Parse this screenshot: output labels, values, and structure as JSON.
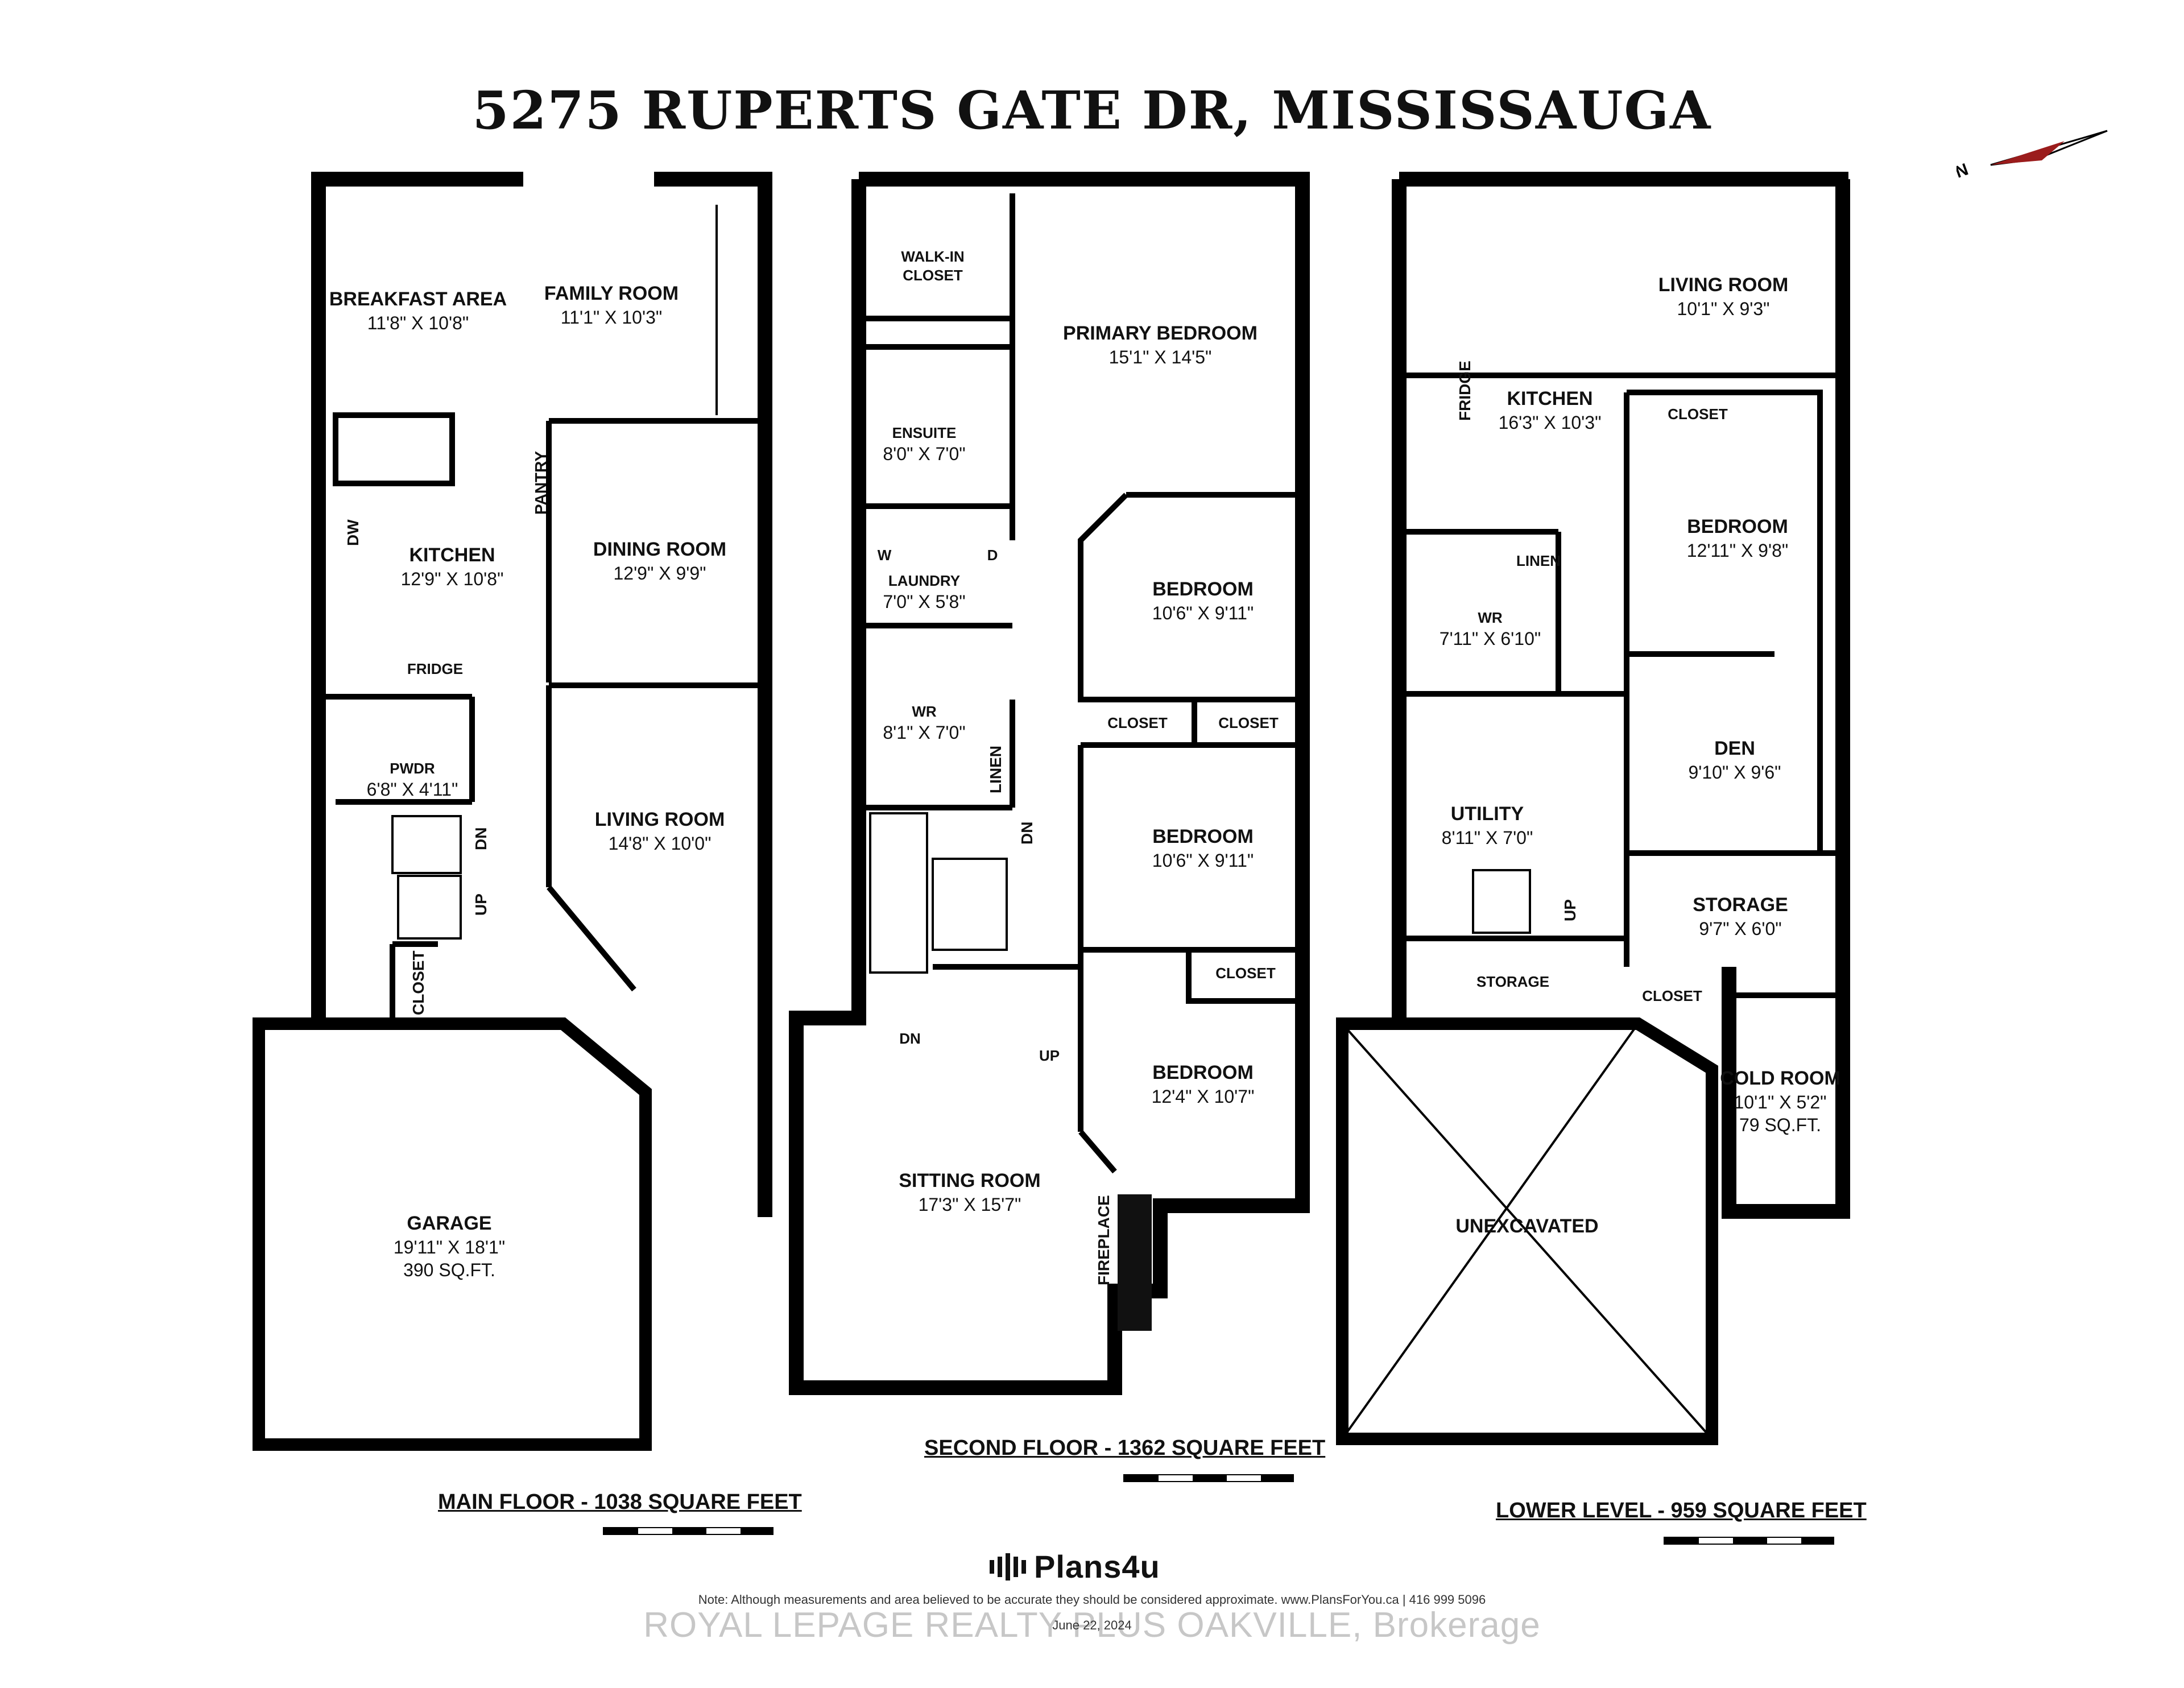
{
  "title": "5275 RUPERTS GATE DR, MISSISSAUGA",
  "icons": {
    "compass": "north-arrow-icon",
    "logo": "plans4u-logo-icon"
  },
  "main_floor": {
    "label": "MAIN FLOOR - 1038 SQUARE FEET",
    "rooms": {
      "breakfast": {
        "name": "BREAKFAST AREA",
        "dim": "11'8\" X 10'8\""
      },
      "family": {
        "name": "FAMILY ROOM",
        "dim": "11'1\" X 10'3\""
      },
      "kitchen": {
        "name": "KITCHEN",
        "dim": "12'9\" X 10'8\""
      },
      "dining": {
        "name": "DINING ROOM",
        "dim": "12'9\" X 9'9\""
      },
      "living": {
        "name": "LIVING ROOM",
        "dim": "14'8\" X 10'0\""
      },
      "pwdr": {
        "name": "PWDR",
        "dim": "6'8\" X 4'11\""
      },
      "garage": {
        "name": "GARAGE",
        "dim": "19'11\" X 18'1\"",
        "area": "390 SQ.FT."
      }
    },
    "pantry": "PANTRY",
    "closet": "CLOSET",
    "fridge": "FRIDGE",
    "dw": "DW",
    "up": "UP",
    "dn": "DN"
  },
  "second_floor": {
    "label": "SECOND FLOOR - 1362 SQUARE FEET",
    "rooms": {
      "walkin": {
        "name": "WALK-IN",
        "name2": "CLOSET"
      },
      "primary": {
        "name": "PRIMARY BEDROOM",
        "dim": "15'1\" X 14'5\""
      },
      "ensuite": {
        "name": "ENSUITE",
        "dim": "8'0\" X 7'0\""
      },
      "laundry": {
        "name": "LAUNDRY",
        "dim": "7'0\" X 5'8\""
      },
      "wr": {
        "name": "WR",
        "dim": "8'1\" X 7'0\""
      },
      "bedroom2": {
        "name": "BEDROOM",
        "dim": "10'6\" X 9'11\""
      },
      "bedroom3": {
        "name": "BEDROOM",
        "dim": "10'6\" X 9'11\""
      },
      "bedroom4": {
        "name": "BEDROOM",
        "dim": "12'4\" X 10'7\""
      },
      "sitting": {
        "name": "SITTING ROOM",
        "dim": "17'3\" X 15'7\""
      }
    },
    "closet": "CLOSET",
    "linen": "LINEN",
    "fireplace": "FIREPLACE",
    "dn": "DN",
    "up": "UP",
    "w": "W",
    "d": "D"
  },
  "lower_level": {
    "label": "LOWER LEVEL - 959 SQUARE FEET",
    "rooms": {
      "living": {
        "name": "LIVING ROOM",
        "dim": "10'1\" X 9'3\""
      },
      "kitchen": {
        "name": "KITCHEN",
        "dim": "16'3\" X 10'3\""
      },
      "bedroom": {
        "name": "BEDROOM",
        "dim": "12'11\" X 9'8\""
      },
      "wr": {
        "name": "WR",
        "dim": "7'11\" X 6'10\""
      },
      "den": {
        "name": "DEN",
        "dim": "9'10\" X 9'6\""
      },
      "utility": {
        "name": "UTILITY",
        "dim": "8'11\" X 7'0\""
      },
      "storage1": {
        "name": "STORAGE",
        "dim": "9'7\" X 6'0\""
      },
      "storage2": {
        "name": "STORAGE"
      },
      "coldroom": {
        "name": "COLD ROOM",
        "dim": "10'1\" X 5'2\"",
        "area": "79 SQ.FT."
      },
      "unexcavated": {
        "name": "UNEXCAVATED"
      }
    },
    "closet": "CLOSET",
    "linen": "LINEN",
    "fridge": "FRIDGE",
    "up": "UP"
  },
  "brand": "Plans4u",
  "note": "Note: Although measurements and area believed to be accurate they should be considered approximate. www.PlansForYou.ca | 416 999 5096",
  "date": "June 22, 2024",
  "watermark": "ROYAL LEPAGE REALTY PLUS OAKVILLE, Brokerage"
}
